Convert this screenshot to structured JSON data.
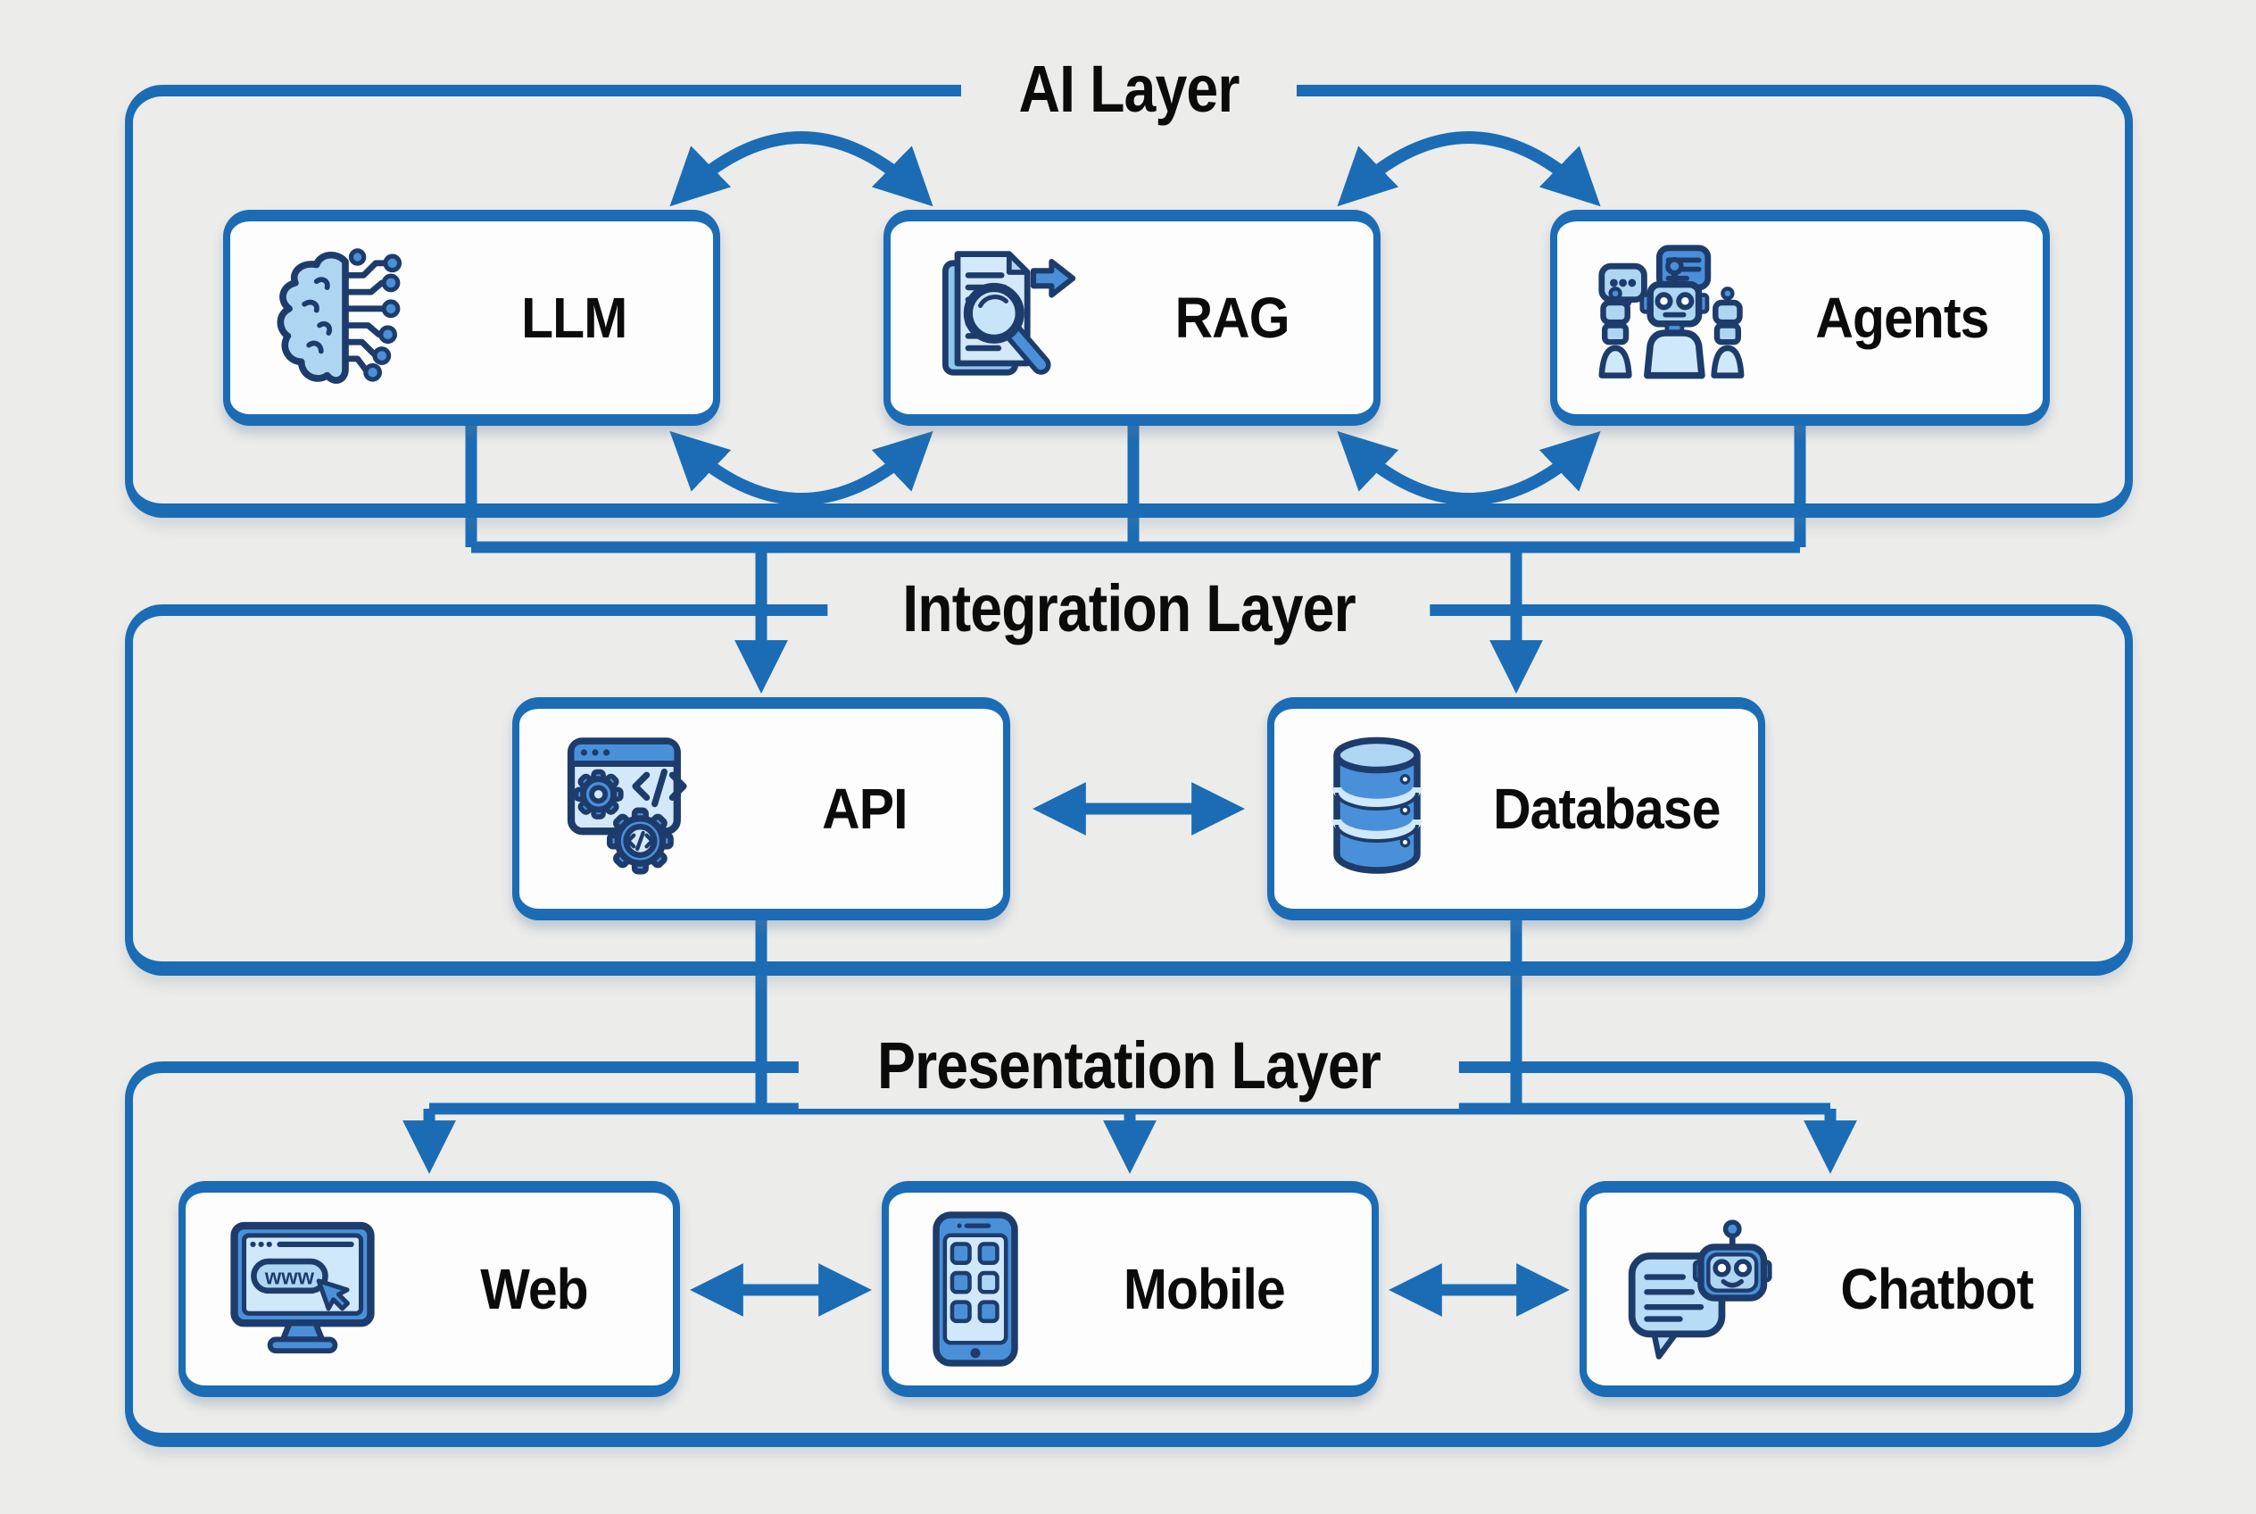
{
  "diagram": {
    "type": "layered-architecture",
    "background": "#ececea",
    "accent_blue": "#1b6cb5",
    "icon_outline_navy": "#1d3c6b",
    "icon_mid_blue": "#4a90d9",
    "icon_light_blue": "#aed6f2",
    "text_color": "#0b0b0c"
  },
  "layers": [
    {
      "title": "AI Layer",
      "boxes": [
        {
          "label": "LLM",
          "icon": "brain-circuit-icon"
        },
        {
          "label": "RAG",
          "icon": "document-search-icon"
        },
        {
          "label": "Agents",
          "icon": "robot-agents-icon"
        }
      ]
    },
    {
      "title": "Integration Layer",
      "boxes": [
        {
          "label": "API",
          "icon": "api-gears-icon"
        },
        {
          "label": "Database",
          "icon": "database-cylinder-icon"
        }
      ]
    },
    {
      "title": "Presentation Layer",
      "boxes": [
        {
          "label": "Web",
          "icon": "web-browser-monitor-icon"
        },
        {
          "label": "Mobile",
          "icon": "mobile-phone-icon"
        },
        {
          "label": "Chatbot",
          "icon": "chatbot-bubble-icon"
        }
      ]
    }
  ],
  "connections": [
    {
      "from": "LLM",
      "to": "RAG",
      "type": "bidirectional-curved"
    },
    {
      "from": "RAG",
      "to": "Agents",
      "type": "bidirectional-curved"
    },
    {
      "from": "LLM / RAG / Agents",
      "to": "API",
      "type": "arrow-down"
    },
    {
      "from": "LLM / RAG / Agents",
      "to": "Database",
      "type": "arrow-down"
    },
    {
      "from": "API",
      "to": "Database",
      "type": "bidirectional"
    },
    {
      "from": "API / Database",
      "to": "Web",
      "type": "arrow-down"
    },
    {
      "from": "API / Database",
      "to": "Mobile",
      "type": "arrow-down"
    },
    {
      "from": "API / Database",
      "to": "Chatbot",
      "type": "arrow-down"
    },
    {
      "from": "Web",
      "to": "Mobile",
      "type": "bidirectional"
    },
    {
      "from": "Mobile",
      "to": "Chatbot",
      "type": "bidirectional"
    }
  ]
}
